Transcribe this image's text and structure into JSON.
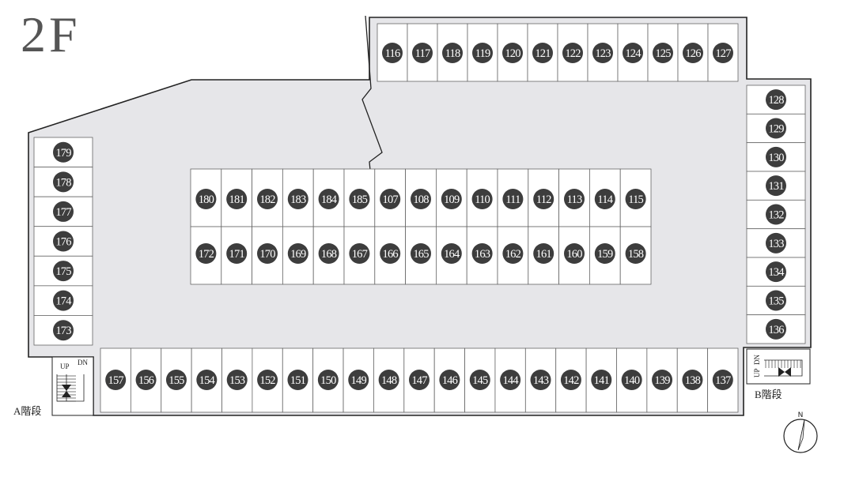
{
  "floor_label": "2F",
  "stairs": {
    "a": {
      "label": "A階段",
      "up": "UP",
      "dn": "DN"
    },
    "b": {
      "label": "B階段",
      "up": "UP",
      "dn": "DN"
    }
  },
  "compass": {
    "north": "N"
  },
  "colors": {
    "building_fill": "#e6e6e9",
    "badge_fill": "#3d3d3d",
    "badge_text": "#ffffff",
    "outline": "#222222"
  },
  "spaces": {
    "top_row": [
      "116",
      "117",
      "118",
      "119",
      "120",
      "121",
      "122",
      "123",
      "124",
      "125",
      "126",
      "127"
    ],
    "right_column": [
      "128",
      "129",
      "130",
      "131",
      "132",
      "133",
      "134",
      "135",
      "136"
    ],
    "bottom_row": [
      "157",
      "156",
      "155",
      "154",
      "153",
      "152",
      "151",
      "150",
      "149",
      "148",
      "147",
      "146",
      "145",
      "144",
      "143",
      "142",
      "141",
      "140",
      "139",
      "138",
      "137"
    ],
    "left_column": [
      "179",
      "178",
      "177",
      "176",
      "175",
      "174",
      "173"
    ],
    "center_upper": [
      "180",
      "181",
      "182",
      "183",
      "184",
      "185",
      "107",
      "108",
      "109",
      "110",
      "111",
      "112",
      "113",
      "114",
      "115"
    ],
    "center_lower": [
      "172",
      "171",
      "170",
      "169",
      "168",
      "167",
      "166",
      "165",
      "164",
      "163",
      "162",
      "161",
      "160",
      "159",
      "158"
    ]
  }
}
